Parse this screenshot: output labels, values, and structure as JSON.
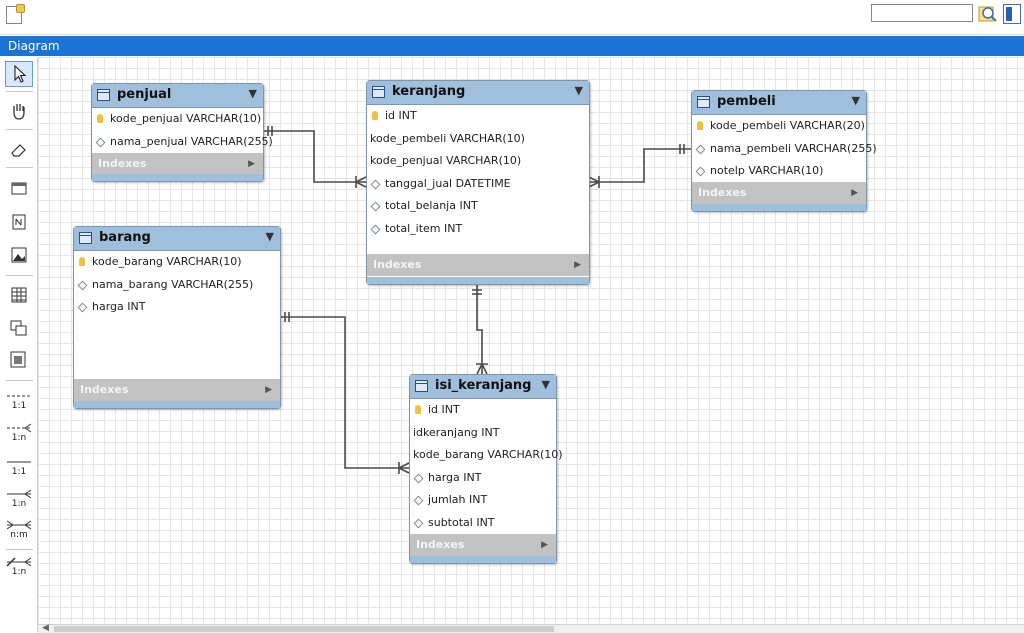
{
  "panel": {
    "title": "Diagram"
  },
  "search": {
    "value": ""
  },
  "relationship_tools": [
    "1:1",
    "1:n",
    "1:1",
    "1:n",
    "n:m",
    "1:n"
  ],
  "indexes_label": "Indexes",
  "tables": {
    "penjual": {
      "name": "penjual",
      "columns": [
        "kode_penjual VARCHAR(10)",
        "nama_penjual VARCHAR(255)"
      ]
    },
    "keranjang": {
      "name": "keranjang",
      "columns": [
        "id INT",
        "kode_pembeli VARCHAR(10)",
        "kode_penjual VARCHAR(10)",
        "tanggal_jual DATETIME",
        "total_belanja INT",
        "total_item INT"
      ]
    },
    "pembeli": {
      "name": "pembeli",
      "columns": [
        "kode_pembeli VARCHAR(20)",
        "nama_pembeli VARCHAR(255)",
        "notelp VARCHAR(10)"
      ]
    },
    "barang": {
      "name": "barang",
      "columns": [
        "kode_barang VARCHAR(10)",
        "nama_barang VARCHAR(255)",
        "harga INT"
      ]
    },
    "isi_keranjang": {
      "name": "isi_keranjang",
      "columns": [
        "id INT",
        "idkeranjang INT",
        "kode_barang VARCHAR(10)",
        "harga INT",
        "jumlah INT",
        "subtotal INT"
      ]
    }
  },
  "colors": {
    "header_bar": "#1b74d4",
    "table_header": "#9fbfdc",
    "indexes_bar": "#c2c2c2",
    "relationship_line": "#4a4a4a"
  }
}
